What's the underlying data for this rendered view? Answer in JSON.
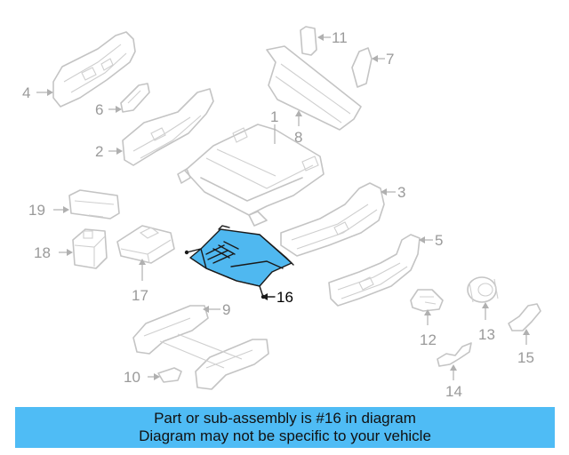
{
  "callouts": {
    "c1": "1",
    "c2": "2",
    "c3": "3",
    "c4": "4",
    "c5": "5",
    "c6": "6",
    "c7": "7",
    "c8": "8",
    "c9": "9",
    "c10": "10",
    "c11": "11",
    "c12": "12",
    "c13": "13",
    "c14": "14",
    "c15": "15",
    "c16": "16",
    "c17": "17",
    "c18": "18",
    "c19": "19"
  },
  "highlighted_part": "16",
  "colors": {
    "highlight_fill": "#4fb8f0",
    "banner_background": "#4fbcf5",
    "part_outline": "#c4c4c4",
    "callout_text": "#9a9a9a"
  },
  "banner": {
    "line1": "Part or sub-assembly is #16 in diagram",
    "line2": "Diagram may not be specific to your vehicle"
  }
}
